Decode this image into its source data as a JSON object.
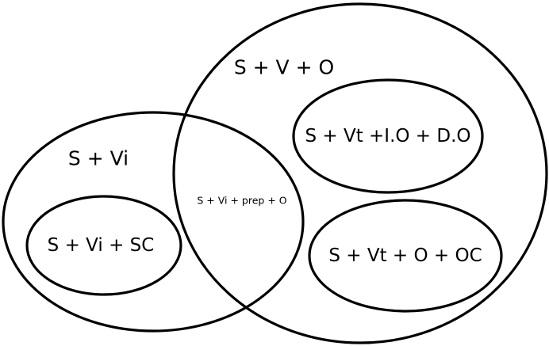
{
  "diagram": {
    "type": "venn",
    "sets": {
      "sv_o": "S + V + O",
      "s_vi": "S + Vi",
      "s_vi_sc": "S + Vi + SC",
      "s_vt_io_do": "S + Vt +I.O + D.O",
      "s_vt_o_oc": "S + Vt + O + OC"
    },
    "intersection": "S + Vi + prep + O",
    "stroke_color": "#000000",
    "background_color": "#ffffff"
  }
}
